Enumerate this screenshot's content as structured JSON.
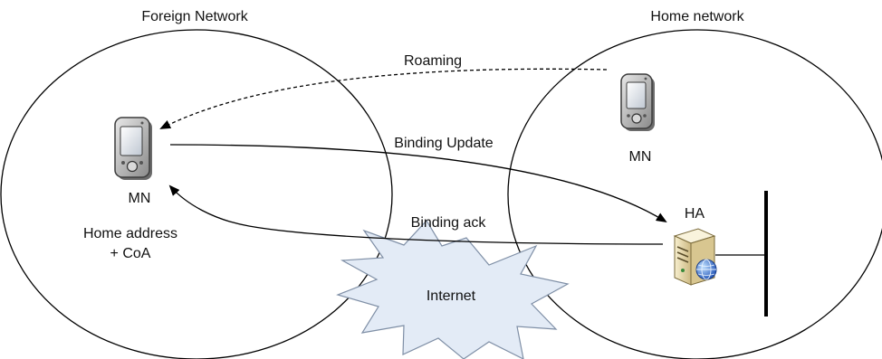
{
  "networks": {
    "foreign_label": "Foreign Network",
    "home_label": "Home network"
  },
  "messages": {
    "roaming": "Roaming",
    "binding_update": "Binding Update",
    "binding_ack": "Binding ack"
  },
  "foreign_node": {
    "label": "MN",
    "address_line1": "Home address",
    "address_line2": "+ CoA"
  },
  "home_node": {
    "label": "MN"
  },
  "home_agent": {
    "label": "HA"
  },
  "cloud": {
    "label": "Internet"
  },
  "colors": {
    "cloud_fill": "#e3ebf6",
    "cloud_stroke": "#7f8fa6",
    "line": "#000000",
    "server_body": "#efe3b8",
    "globe": "#3b6fd6"
  },
  "icons": [
    "mobile-phone-icon",
    "server-icon",
    "globe-icon"
  ]
}
